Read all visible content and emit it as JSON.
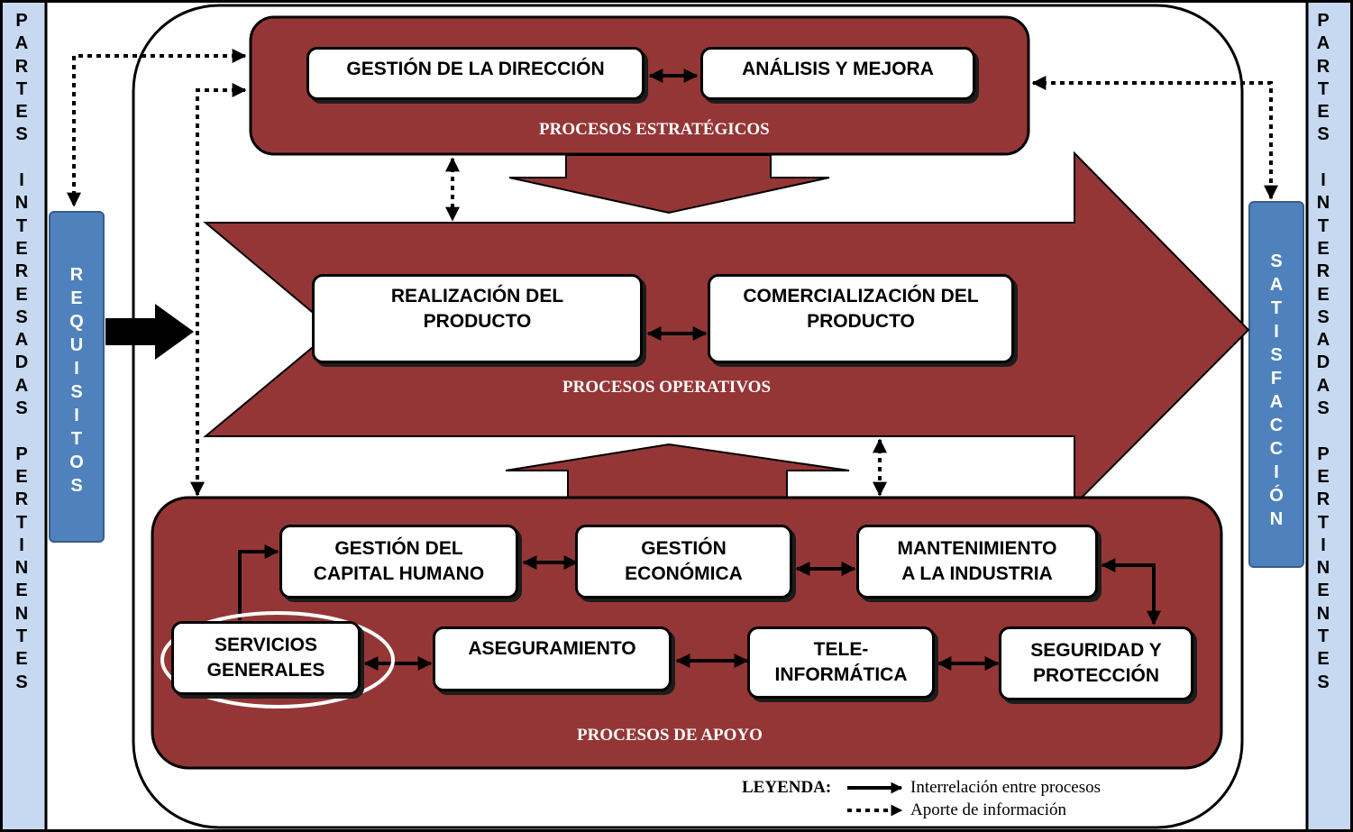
{
  "side_left": {
    "lines": [
      "PARTES",
      "INTERESADAS",
      "PERTINENTES"
    ]
  },
  "side_right": {
    "lines": [
      "PARTES",
      "INTERESADAS",
      "PERTINENTES"
    ]
  },
  "input_label": "REQUISITOS",
  "output_label": "SATISFACCIÓN",
  "strategic": {
    "title": "PROCESOS ESTRATÉGICOS",
    "boxes": [
      "GESTIÓN DE LA DIRECCIÓN",
      "ANÁLISIS Y MEJORA"
    ]
  },
  "operative": {
    "title": "PROCESOS OPERATIVOS",
    "boxes": [
      "REALIZACIÓN DEL\nPRODUCTO",
      "COMERCIALIZACIÓN DEL\nPRODUCTO"
    ]
  },
  "support": {
    "title": "PROCESOS DE APOYO",
    "boxes": [
      "GESTIÓN DEL\nCAPITAL HUMANO",
      "GESTIÓN\nECONÓMICA",
      "MANTENIMIENTO\nA LA INDUSTRIA",
      "SERVICIOS\nGENERALES",
      "ASEGURAMIENTO",
      "TELE-\nINFORMÁTICA",
      "SEGURIDAD Y\nPROTECCIÓN"
    ]
  },
  "legend": {
    "title": "LEYENDA:",
    "items": [
      "Interrelación entre procesos",
      "Aporte de información"
    ]
  },
  "colors": {
    "process_fill": "#953636",
    "side_band": "#c6d9f1",
    "side_box": "#4f81bd"
  }
}
